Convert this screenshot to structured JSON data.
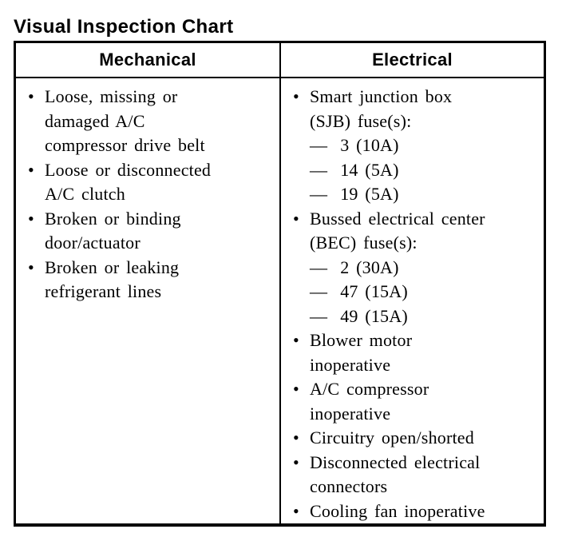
{
  "page": {
    "title": "Visual Inspection Chart"
  },
  "glyphs": {
    "bullet": "•",
    "dash": "—"
  },
  "colors": {
    "text": "#000000",
    "background": "#ffffff",
    "border": "#000000"
  },
  "table": {
    "columns": [
      {
        "header": "Mechanical",
        "items": [
          {
            "text": "Loose, missing or\ndamaged A/C\ncompressor drive belt"
          },
          {
            "text": "Loose or disconnected\nA/C clutch"
          },
          {
            "text": "Broken or binding\ndoor/actuator"
          },
          {
            "text": "Broken or leaking\nrefrigerant lines"
          }
        ]
      },
      {
        "header": "Electrical",
        "items": [
          {
            "text": "Smart junction box\n(SJB) fuse(s):",
            "subitems": [
              "3 (10A)",
              "14 (5A)",
              "19 (5A)"
            ]
          },
          {
            "text": "Bussed electrical center\n(BEC) fuse(s):",
            "subitems": [
              "2 (30A)",
              "47 (15A)",
              "49 (15A)"
            ]
          },
          {
            "text": "Blower motor\ninoperative"
          },
          {
            "text": "A/C compressor\ninoperative"
          },
          {
            "text": "Circuitry open/shorted"
          },
          {
            "text": "Disconnected electrical\nconnectors"
          },
          {
            "text": "Cooling fan inoperative"
          }
        ]
      }
    ]
  }
}
